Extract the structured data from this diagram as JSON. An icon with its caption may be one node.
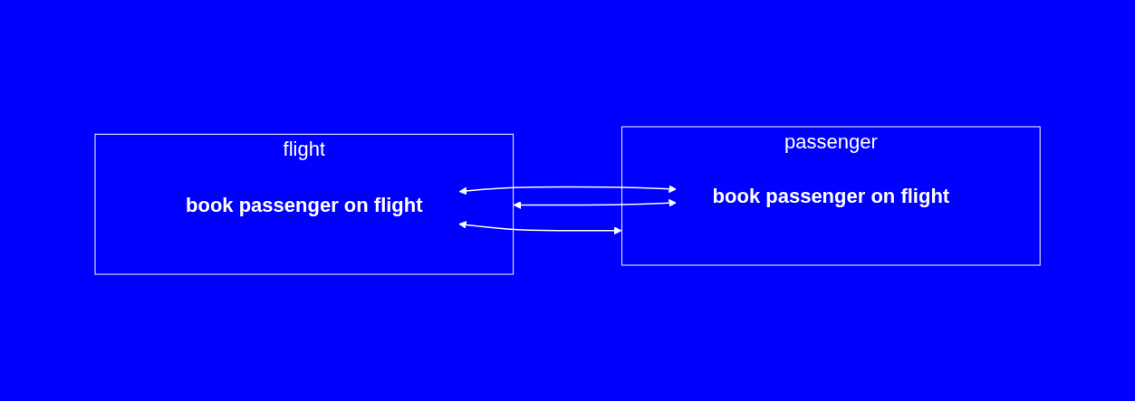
{
  "diagram": {
    "nodes": [
      {
        "text": [
          "flight"
        ]
      },
      {
        "text": [
          "book passenger on flight"
        ],
        "in": 0
      },
      {
        "text": [
          "passenger"
        ]
      },
      {
        "text": [
          "book passenger on flight"
        ],
        "in": 2
      }
    ],
    "edges": [
      {
        "from": 0,
        "to": 3,
        "arrow": "both"
      },
      {
        "from": 2,
        "to": 1,
        "arrow": "both"
      },
      {
        "from": 1,
        "to": 3,
        "arrow": "both"
      }
    ]
  }
}
